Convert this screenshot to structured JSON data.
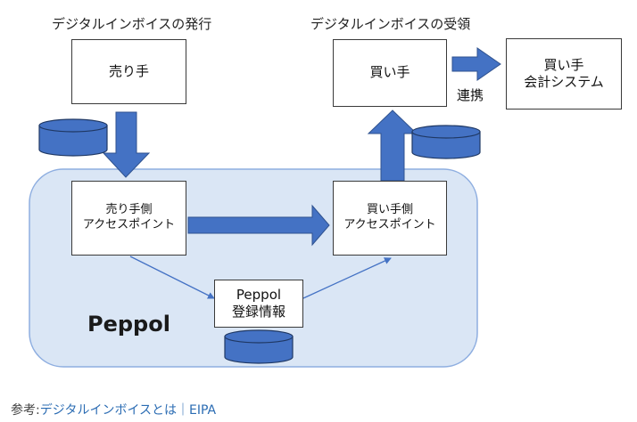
{
  "captions": {
    "issue": "デジタルインボイスの発行",
    "receive": "デジタルインボイスの受領"
  },
  "boxes": {
    "seller": "売り手",
    "buyer": "買い手",
    "buyer_system": [
      "買い手",
      "会計システム"
    ],
    "seller_ap": [
      "売り手側",
      "アクセスポイント"
    ],
    "buyer_ap": [
      "買い手側",
      "アクセスポイント"
    ],
    "registry": [
      "Peppol",
      "登録情報"
    ]
  },
  "network_label": "Peppol",
  "arrow_label": "連携",
  "source": {
    "prefix": "参考:",
    "link_text": "デジタルインボイスとは｜EIPA"
  },
  "colors": {
    "network_fill": "#dae6f5",
    "network_border": "#8eaee0",
    "arrow_fill": "#4472c4",
    "arrow_stroke": "#2f528f",
    "cylinder_fill": "#4472c4",
    "cylinder_stroke": "#1f3864",
    "link": "#2b6cb3"
  }
}
